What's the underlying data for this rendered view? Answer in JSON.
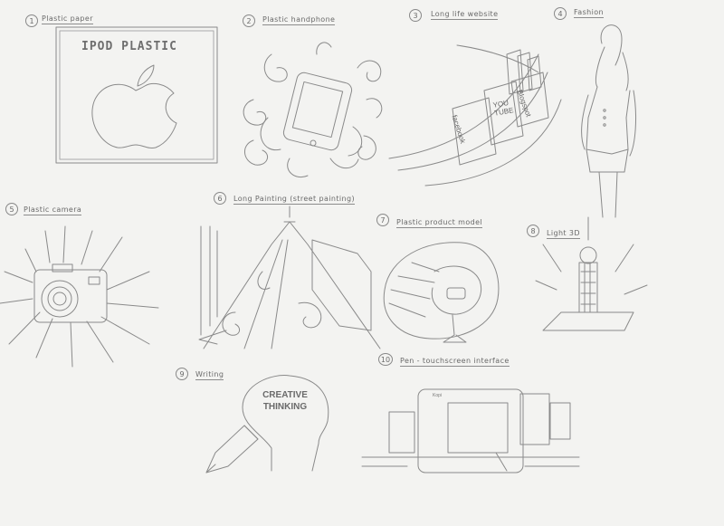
{
  "sketches": [
    {
      "number": "1",
      "title": "Plastic paper"
    },
    {
      "number": "2",
      "title": "Plastic handphone"
    },
    {
      "number": "3",
      "title": "Long life website"
    },
    {
      "number": "4",
      "title": "Fashion"
    },
    {
      "number": "5",
      "title": "Plastic camera"
    },
    {
      "number": "6",
      "title": "Long Painting (street painting)"
    },
    {
      "number": "7",
      "title": "Plastic product model"
    },
    {
      "number": "8",
      "title": "Light 3D"
    },
    {
      "number": "9",
      "title": "Writing"
    },
    {
      "number": "10",
      "title": "Pen - touchscreen interface"
    }
  ],
  "artwork_text": {
    "ipod_sign": "IPOD PLASTIC",
    "website_signs": [
      "facebook",
      "YOU TUBE",
      "Blogspot"
    ],
    "thinking_words": [
      "CREATIVE",
      "THINKING"
    ],
    "screen_title": "Kopi"
  }
}
